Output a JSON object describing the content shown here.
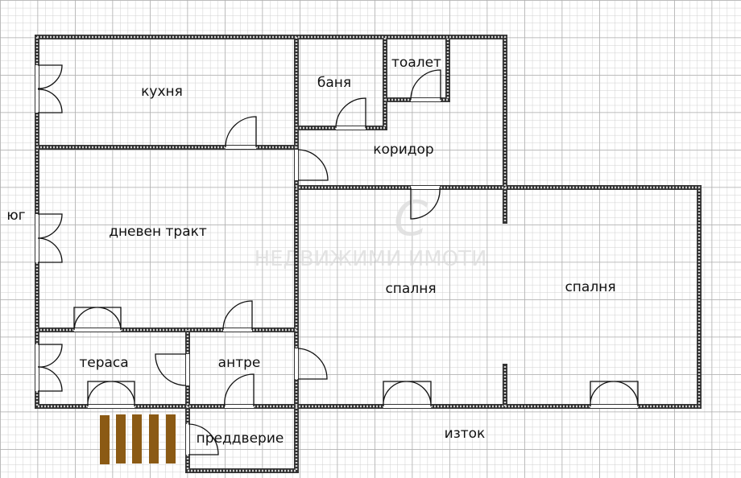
{
  "rooms": {
    "kitchen": "кухня",
    "bathroom": "баня",
    "toilet": "тоалет",
    "corridor": "коридор",
    "living": "дневен тракт",
    "bedroom1": "спалня",
    "bedroom2": "спалня",
    "terrace": "тераса",
    "entrance_hall": "антре",
    "vestibule": "преддверие"
  },
  "orientation": {
    "south": "юг",
    "east": "изток"
  },
  "watermark": {
    "text": "НЕДВИЖИМИ ИМОТИ"
  },
  "colors": {
    "grid_minor": "#d0d0d0",
    "grid_major": "#a8a8a8",
    "wall": "#333333",
    "stairs": "#8b5a14"
  }
}
